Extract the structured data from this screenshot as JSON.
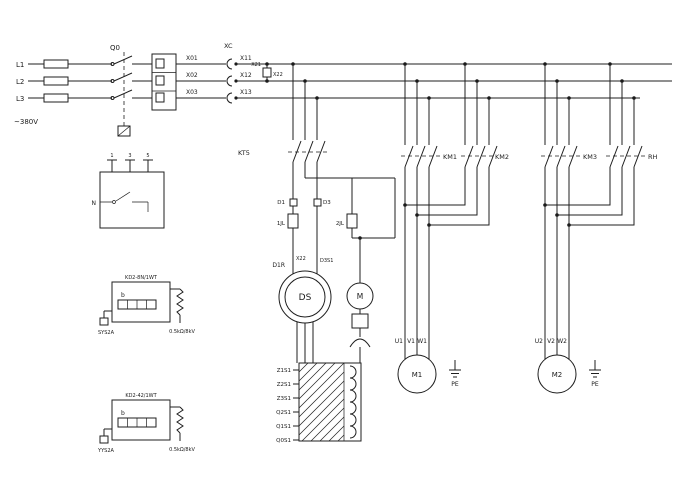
{
  "diagram": {
    "supply": {
      "l1": "L1",
      "l2": "L2",
      "l3": "L3",
      "voltage": "~380V",
      "breaker": "Q0",
      "x01": "X01",
      "x02": "X02",
      "x03": "X03",
      "xc": "XC",
      "x11": "X11",
      "x12": "X12",
      "x13": "X13",
      "x21": "X21",
      "x22": "X22"
    },
    "drive": {
      "kt": "KT5",
      "d1": "D1",
      "d3": "D3",
      "fuse1": "1JL",
      "fuse2": "2JL",
      "d1r": "D1R",
      "x22": "X22",
      "d3s1": "D3S1",
      "ds": "DS",
      "m": "M"
    },
    "coil_terminals": [
      "Z1S1",
      "Z2S1",
      "Z3S1",
      "Q2S1",
      "Q1S1",
      "Q0S1"
    ],
    "contactors": {
      "km1": "KM1",
      "km2": "KM2",
      "km3": "KM3",
      "km4": "RH"
    },
    "motor1": {
      "u": "U1",
      "v": "V1",
      "w": "W1",
      "name": "M1",
      "pe": "PE"
    },
    "motor2": {
      "u": "U2",
      "v": "V2",
      "w": "W2",
      "name": "M2",
      "pe": "PE"
    },
    "module_a": {
      "pin1": "1",
      "pin2": "3",
      "pin3": "5",
      "n": "N"
    },
    "module_b": {
      "title": "KD2-8N/1WT",
      "b": "b",
      "left_label": "SYS2A",
      "right_label": "0.5kΩ/8kV"
    },
    "module_c": {
      "title": "KD2-42/1WT",
      "b": "b",
      "left_label": "YYS2A",
      "right_label": "0.5kΩ/8kV"
    }
  }
}
